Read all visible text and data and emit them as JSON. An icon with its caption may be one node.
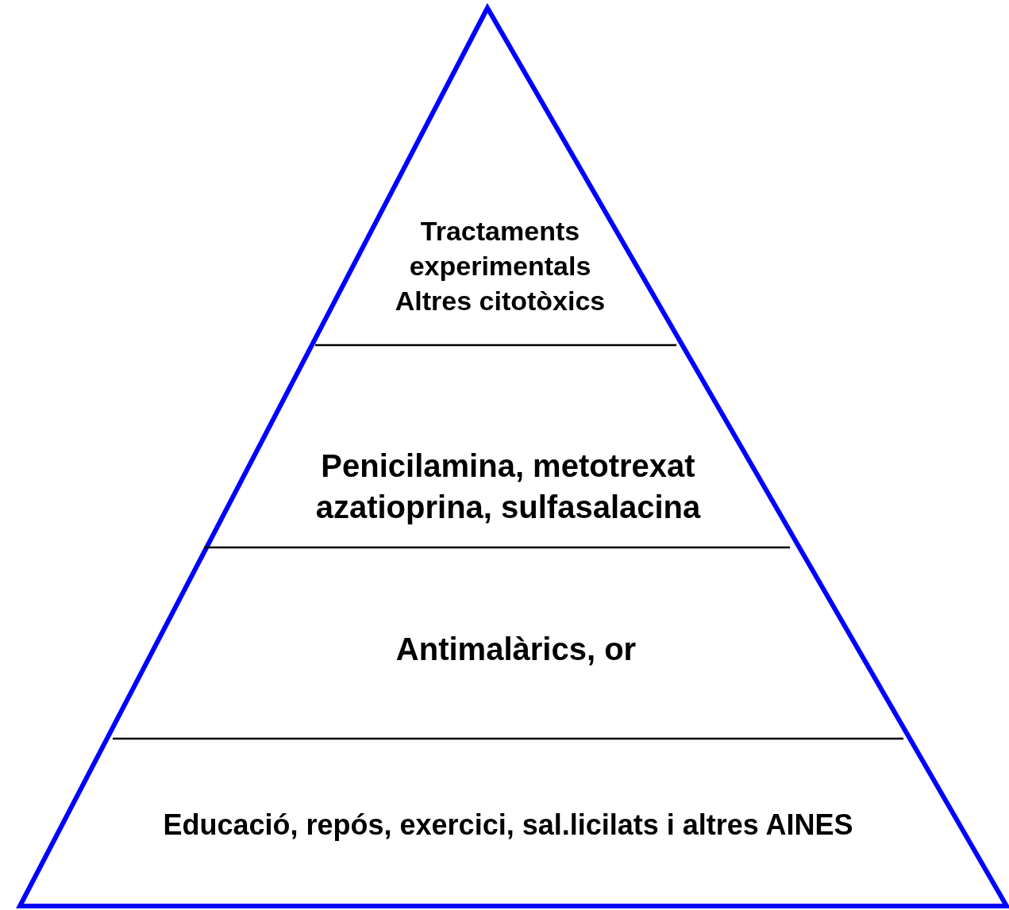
{
  "diagram": {
    "nodes": [
      {
        "text": [
          "Tractaments experimentals",
          "Altres citotòxics"
        ]
      },
      {
        "text": [
          "Penicilamina, metotrexat",
          "azatioprina, sulfasalacina"
        ]
      },
      {
        "text": [
          "Antimalàrics, or"
        ]
      },
      {
        "text": [
          "Educació, repós, exercici, sal.licilats i altres AINES"
        ]
      }
    ]
  }
}
